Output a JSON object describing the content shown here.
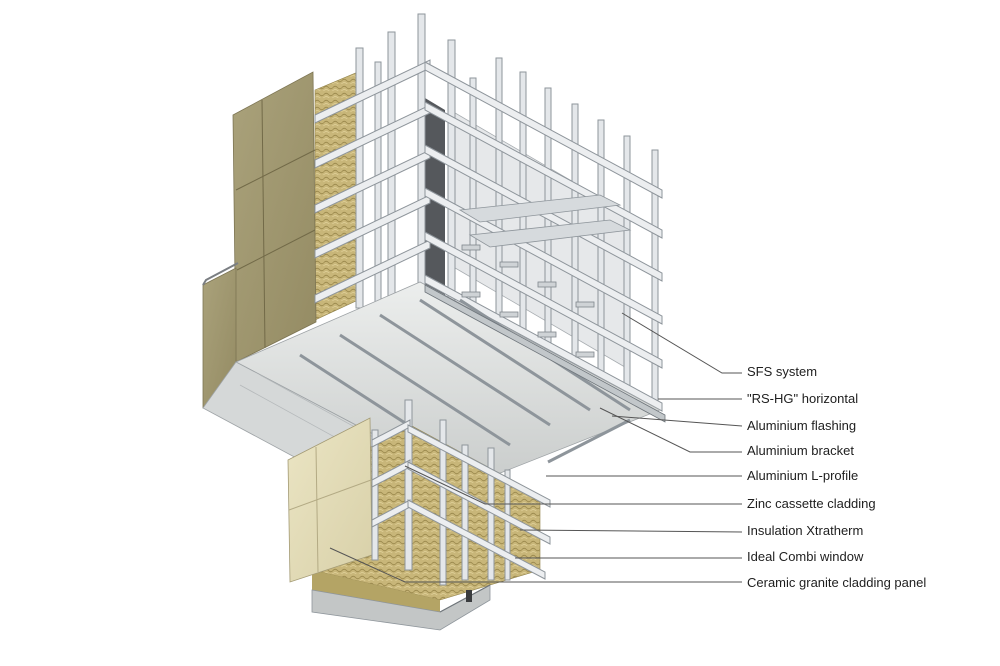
{
  "colors": {
    "cladding_granite": "#a39a72",
    "cladding_cream": "#e3dcb7",
    "insulation": "#c8b679",
    "steel": "#dfe3e6",
    "steel_edge": "#8e959b",
    "leader": "#555555",
    "label_text": "#1e1e1e"
  },
  "labels": [
    {
      "text": "SFS system"
    },
    {
      "text": "\"RS-HG\" horizontal"
    },
    {
      "text": "Aluminium flashing"
    },
    {
      "text": "Aluminium bracket"
    },
    {
      "text": "Aluminium L-profile"
    },
    {
      "text": "Zinc cassette cladding"
    },
    {
      "text": "Insulation Xtratherm"
    },
    {
      "text": "Ideal Combi window"
    },
    {
      "text": "Ceramic granite cladding panel"
    }
  ]
}
